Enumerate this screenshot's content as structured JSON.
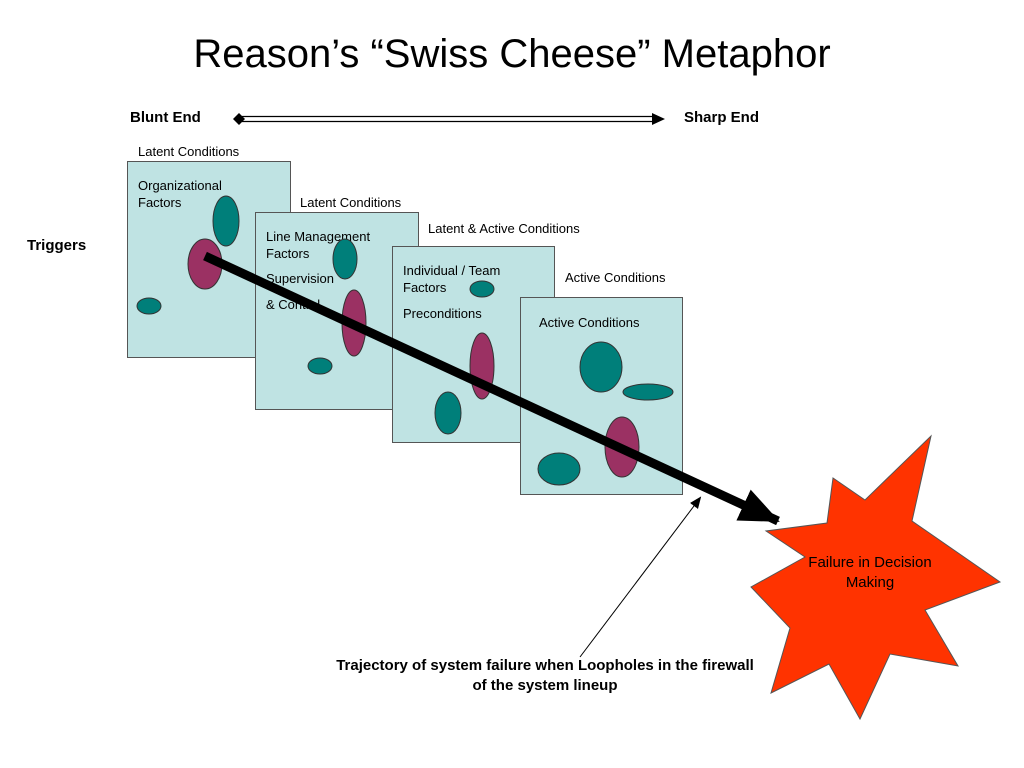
{
  "title": "Reason’s “Swiss  Cheese” Metaphor",
  "axis": {
    "blunt_end": "Blunt End",
    "sharp_end": "Sharp End"
  },
  "triggers": "Triggers",
  "layers": [
    {
      "condition_label": "Latent Conditions",
      "heading": "Organizational Factors",
      "sub1": "",
      "sub2": ""
    },
    {
      "condition_label": "Latent Conditions",
      "heading": "Line Management Factors",
      "sub1": "Supervision",
      "sub2": "& Control"
    },
    {
      "condition_label": "Latent & Active Conditions",
      "heading": "Individual / Team Factors",
      "sub1": "Preconditions",
      "sub2": ""
    },
    {
      "condition_label": "Active Conditions",
      "heading": "Active Conditions",
      "sub1": "",
      "sub2": ""
    }
  ],
  "caption": "Trajectory of system failure when Loopholes in the firewall of the system lineup",
  "failure": "Failure in Decision Making",
  "colors": {
    "panel_fill": "#bfe3e3",
    "hole_teal": "#007f7a",
    "hole_aligned": "#9b3163",
    "burst": "#ff3300",
    "trajectory": "#000000"
  }
}
